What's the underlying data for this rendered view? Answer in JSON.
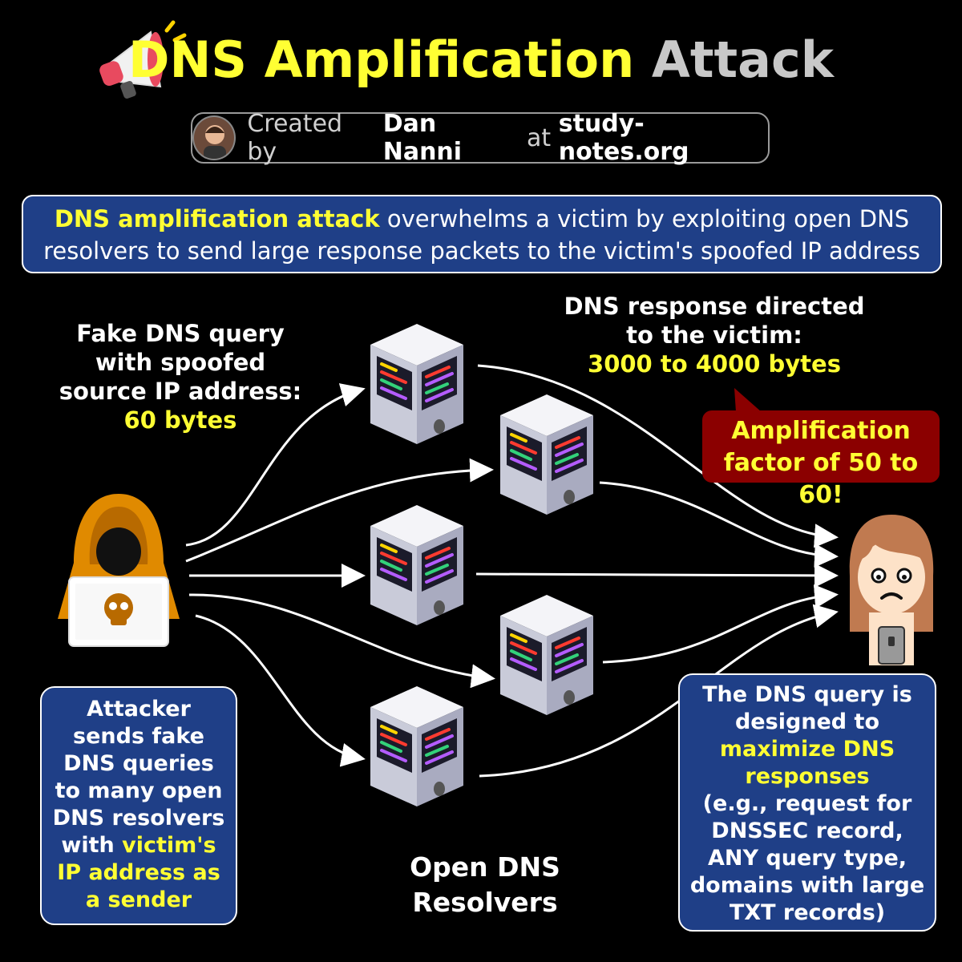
{
  "title": {
    "part1": "DNS Amplification",
    "part2": "Attack"
  },
  "credit": {
    "prefix": "Created by",
    "author": "Dan Nanni",
    "middle": "at",
    "site": "study-notes.org"
  },
  "banner": {
    "highlight": "DNS amplification attack",
    "text": "overwhelms a victim by exploiting open DNS resolvers to send large response packets to the victim's spoofed IP address"
  },
  "query_label": {
    "line1": "Fake DNS query",
    "line2": "with spoofed",
    "line3": "source IP address:",
    "size": "60 bytes"
  },
  "response_label": {
    "line1": "DNS response directed",
    "line2": "to the victim:",
    "size": "3000 to 4000 bytes"
  },
  "amplification": {
    "line1": "Amplification",
    "line2": "factor of 50 to 60!"
  },
  "attacker_box": {
    "text": "Attacker sends fake DNS queries to many open DNS resolvers with",
    "highlight": "victim's IP address as a sender"
  },
  "resolvers_label": {
    "line1": "Open DNS",
    "line2": "Resolvers"
  },
  "victim_box": {
    "line1": "The DNS query is designed to",
    "highlight": "maximize DNS responses",
    "detail": "(e.g., request for DNSSEC record, ANY query type, domains with large TXT records)"
  },
  "icons": [
    "megaphone-icon",
    "attacker-hacker-icon",
    "skull-icon",
    "dns-server-icon",
    "victim-person-icon"
  ],
  "colors": {
    "highlight": "#ffff33",
    "box_blue": "#1f3f87",
    "alert_red": "#8b0000",
    "hood_orange": "#e08a00"
  }
}
